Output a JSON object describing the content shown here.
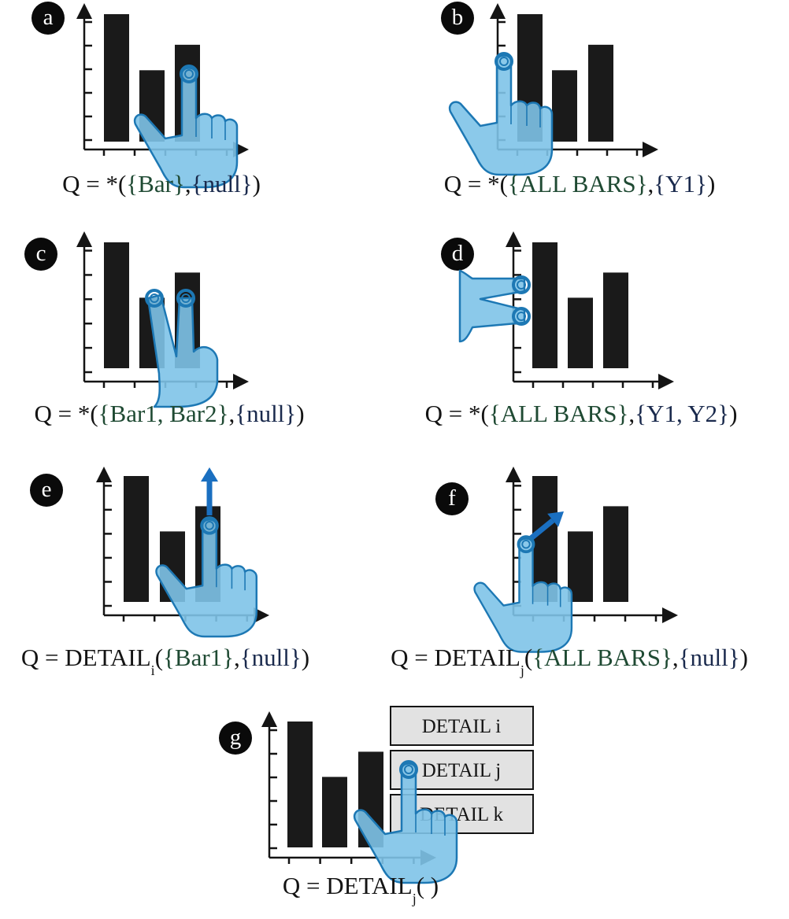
{
  "colors": {
    "bar": "#1a1a1a",
    "badge": "#0a0a0a",
    "hand_fill": "#7ec3e8",
    "hand_stroke": "#1d78b4",
    "arrow": "#1a6fc0",
    "green_text": "#1f4a33",
    "navy_text": "#1a2a4d",
    "menu_fill": "#e2e2e2"
  },
  "icons": {
    "tap": "pointing-hand-icon",
    "two_finger": "two-finger-hand-icon",
    "swipe": "arrow-icon",
    "badge": "circle-letter-badge"
  },
  "panels": [
    {
      "id": "a",
      "label": "a",
      "gesture": "tap",
      "bar_heights": [
        1.0,
        0.56,
        0.76
      ],
      "caption": [
        {
          "text": "Q = *(",
          "color": "black"
        },
        {
          "text": "{Bar}",
          "color": "green"
        },
        {
          "text": ",",
          "color": "black"
        },
        {
          "text": "{null}",
          "color": "navy"
        },
        {
          "text": ")",
          "color": "black"
        }
      ]
    },
    {
      "id": "b",
      "label": "b",
      "gesture": "tap-y-axis",
      "bar_heights": [
        1.0,
        0.56,
        0.76
      ],
      "caption": [
        {
          "text": "Q = *(",
          "color": "black"
        },
        {
          "text": "{ALL BARS}",
          "color": "green"
        },
        {
          "text": ",",
          "color": "black"
        },
        {
          "text": "{Y1}",
          "color": "navy"
        },
        {
          "text": ")",
          "color": "black"
        }
      ]
    },
    {
      "id": "c",
      "label": "c",
      "gesture": "two-finger-tap",
      "bar_heights": [
        1.0,
        0.56,
        0.76
      ],
      "caption": [
        {
          "text": "Q = *(",
          "color": "black"
        },
        {
          "text": "{Bar1, Bar2}",
          "color": "green"
        },
        {
          "text": ",",
          "color": "black"
        },
        {
          "text": "{null}",
          "color": "navy"
        },
        {
          "text": ")",
          "color": "black"
        }
      ]
    },
    {
      "id": "d",
      "label": "d",
      "gesture": "two-finger-y-axis",
      "bar_heights": [
        1.0,
        0.56,
        0.76
      ],
      "caption": [
        {
          "text": "Q = *(",
          "color": "black"
        },
        {
          "text": "{ALL BARS}",
          "color": "green"
        },
        {
          "text": ",",
          "color": "black"
        },
        {
          "text": "{Y1, Y2}",
          "color": "navy"
        },
        {
          "text": ")",
          "color": "black"
        }
      ]
    },
    {
      "id": "e",
      "label": "e",
      "gesture": "swipe-up",
      "bar_heights": [
        1.0,
        0.56,
        0.76
      ],
      "caption": [
        {
          "text": "Q = DETAIL",
          "color": "black"
        },
        {
          "text": "i",
          "color": "black",
          "sub": true
        },
        {
          "text": "(",
          "color": "black"
        },
        {
          "text": "{Bar1}",
          "color": "green"
        },
        {
          "text": ",",
          "color": "black"
        },
        {
          "text": "{null}",
          "color": "navy"
        },
        {
          "text": ")",
          "color": "black"
        }
      ]
    },
    {
      "id": "f",
      "label": "f",
      "gesture": "swipe-diagonal",
      "bar_heights": [
        1.0,
        0.56,
        0.76
      ],
      "caption": [
        {
          "text": "Q = DETAIL",
          "color": "black"
        },
        {
          "text": "j",
          "color": "black",
          "sub": true
        },
        {
          "text": "(",
          "color": "black"
        },
        {
          "text": "{ALL BARS}",
          "color": "green"
        },
        {
          "text": ",",
          "color": "black"
        },
        {
          "text": "{null}",
          "color": "navy"
        },
        {
          "text": ")",
          "color": "black"
        }
      ]
    },
    {
      "id": "g",
      "label": "g",
      "gesture": "menu-select",
      "bar_heights": [
        1.0,
        0.56,
        0.76
      ],
      "menu": [
        "DETAIL i",
        "DETAIL j",
        "DETAIL k"
      ],
      "caption": [
        {
          "text": "Q = DETAIL",
          "color": "black"
        },
        {
          "text": "j",
          "color": "black",
          "sub": true
        },
        {
          "text": "( )",
          "color": "black"
        }
      ]
    }
  ]
}
